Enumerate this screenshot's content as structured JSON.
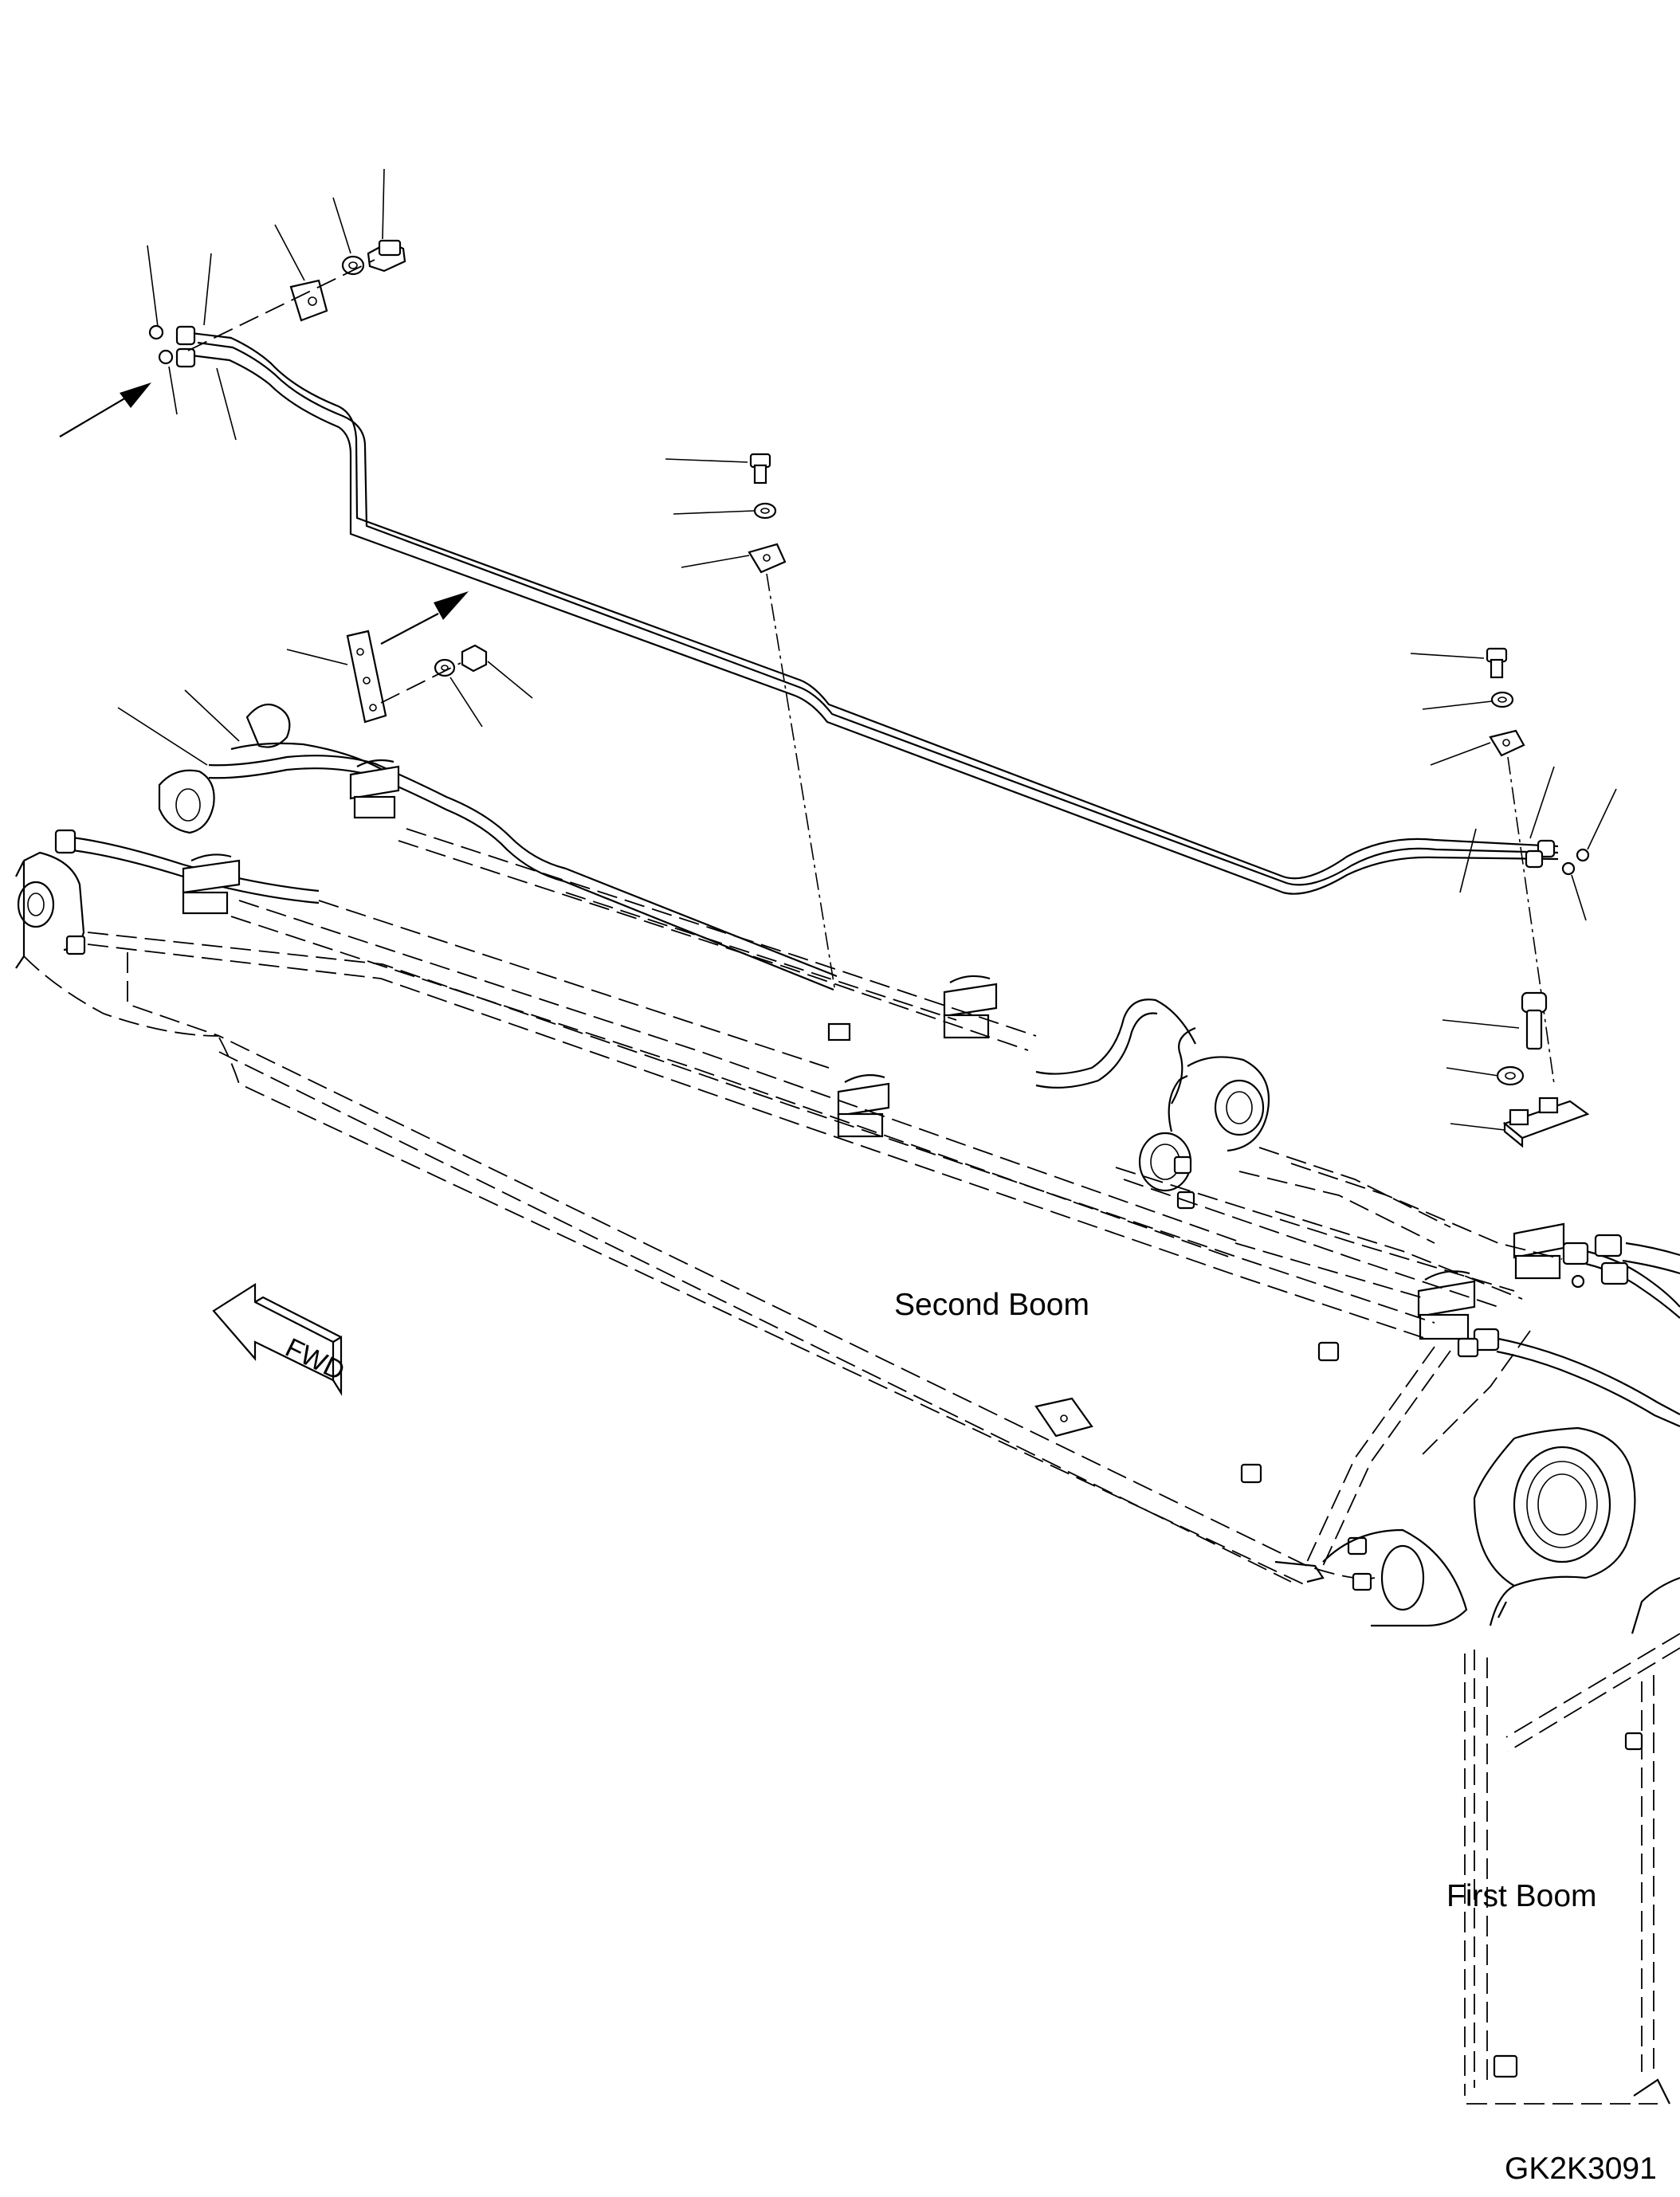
{
  "labels": {
    "second_boom": "Second Boom",
    "first_boom": "First Boom",
    "drawing_code": "GK2K3091",
    "fwd": "FWD"
  }
}
